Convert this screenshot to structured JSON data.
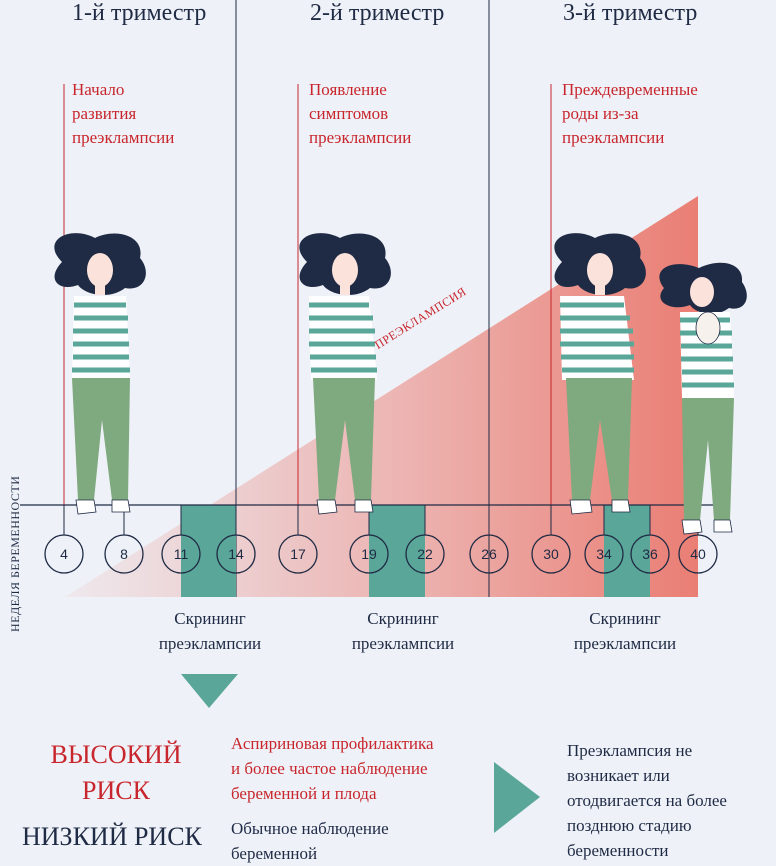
{
  "trimesters": [
    "1-й триместр",
    "2-й триместр",
    "3-й триместр"
  ],
  "events": [
    "Начало\nразвития\nпреэклампсии",
    "Появление\nсимптомов\nпреэклампсии",
    "Преждевременные\nроды из-за\nпреэклампсии"
  ],
  "wedge_label": "ПРЕЭКЛАМПСИЯ",
  "axis_label": "НЕДЕЛЯ БЕРЕМЕННОСТИ",
  "weeks": [
    "4",
    "8",
    "11",
    "14",
    "17",
    "19",
    "22",
    "26",
    "30",
    "34",
    "36",
    "40"
  ],
  "screening_windows": [
    [
      "11",
      "14"
    ],
    [
      "19",
      "22"
    ],
    [
      "34",
      "36"
    ]
  ],
  "screenings": [
    "Скрининг\nпреэклампсии",
    "Скрининг\nпреэклампсии",
    "Скрининг\nпреэклампсии"
  ],
  "risk": {
    "high_label": "ВЫСОКИЙ\nРИСК",
    "low_label": "НИЗКИЙ РИСК",
    "high_recommendation": "Аспириновая профилактика\nи более частое наблюдение\nбеременной и плода",
    "low_recommendation": "Обычное наблюдение\nбеременной",
    "outcome": "Преэклампсия не\nвозникает или\nотодвигается на более\nпозднюю стадию\nбеременности"
  },
  "colors": {
    "background": "#eef2f8",
    "accent_red": "#c8262c",
    "screening_teal": "#5aa698",
    "wedge": "#ea7e74",
    "navy": "#1f2a44",
    "shirt_stripe": "#5aa698",
    "pants": "#7fa97e",
    "hair": "#1f2a44"
  },
  "icons": [
    "pregnant-woman-icon",
    "mother-with-baby-icon",
    "arrow-down-icon",
    "arrow-right-icon"
  ]
}
